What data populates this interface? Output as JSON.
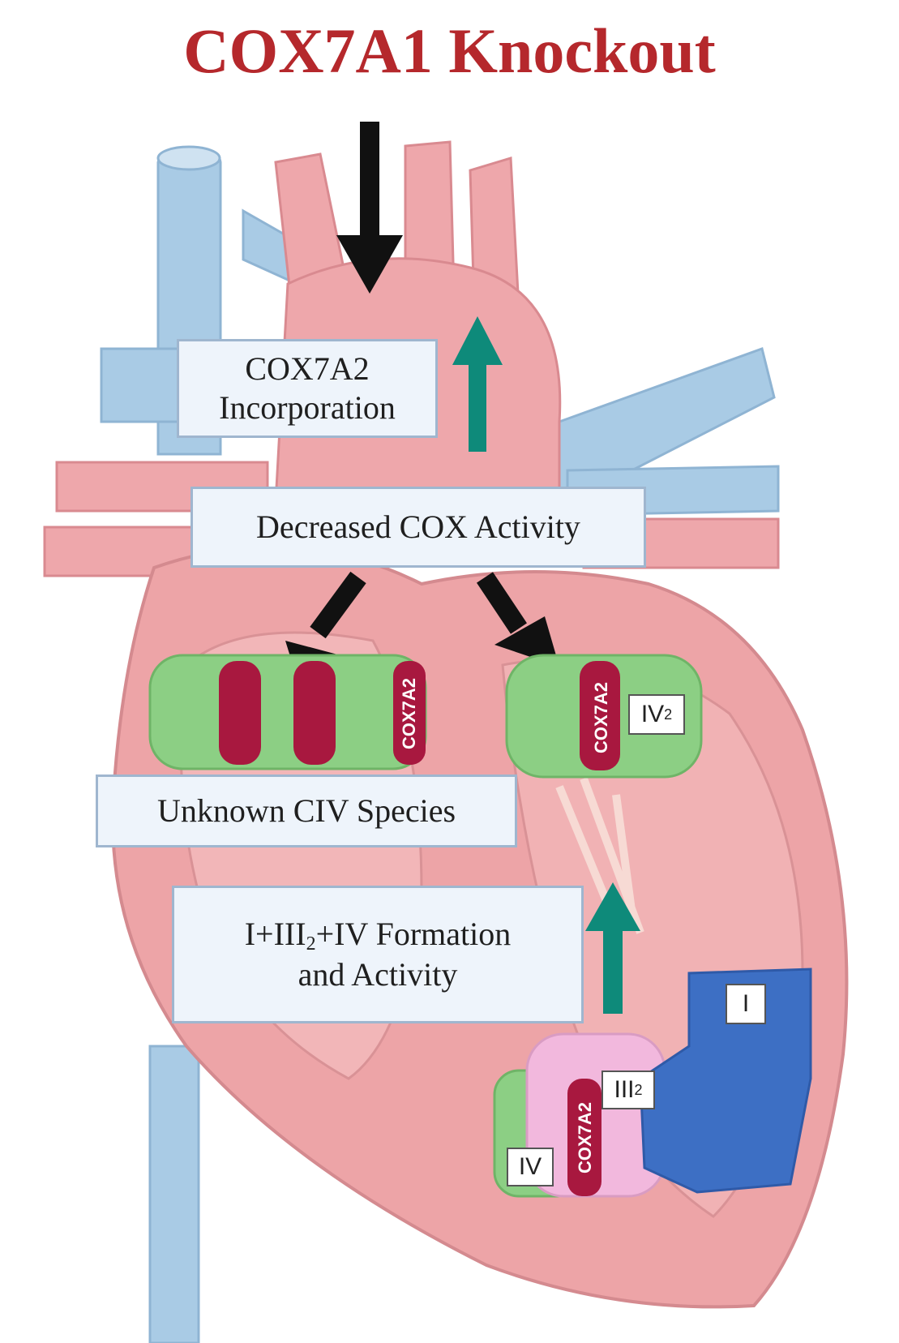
{
  "title": "COX7A1 Knockout",
  "boxes": {
    "incorporation": {
      "line1": "COX7A2",
      "line2": "Incorporation"
    },
    "decreased": "Decreased COX Activity",
    "unknown": "Unknown CIV Species",
    "formation": {
      "line1_prefix": "I+III",
      "line1_sub": "2",
      "line1_suffix": "+IV Formation",
      "line2": "and Activity"
    }
  },
  "protein_labels": {
    "cox7a2": "COX7A2",
    "iv2_main": "IV",
    "iv2_sub": "2",
    "complex_i": "I",
    "iii2_main": "III",
    "iii2_sub": "2",
    "iv": "IV"
  },
  "colors": {
    "title": "#b5282c",
    "heart": "#e9a3a6",
    "vessel_blue": "#a9cbe5",
    "complex_iv_green": "#8ccf84",
    "cox7a2_crimson": "#a8183f",
    "complex_iii_pink": "#f2b8dd",
    "complex_i_blue": "#3d6fc4",
    "up_arrow_teal": "#0e8a7a",
    "down_arrow_black": "#111111"
  }
}
